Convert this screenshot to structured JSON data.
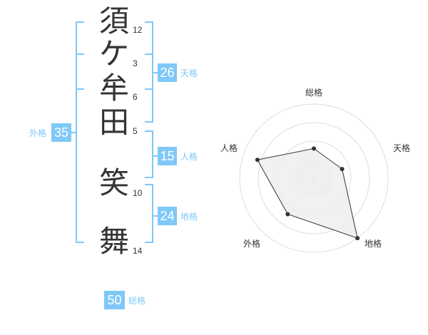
{
  "name": {
    "characters": [
      {
        "char": "須",
        "strokes": "12"
      },
      {
        "char": "ケ",
        "strokes": "3"
      },
      {
        "char": "牟",
        "strokes": "6"
      },
      {
        "char": "田",
        "strokes": "5"
      },
      {
        "char": "笑",
        "strokes": "10"
      },
      {
        "char": "舞",
        "strokes": "14"
      }
    ]
  },
  "fortune": {
    "tenkaku": {
      "value": "26",
      "label": "天格"
    },
    "jinkaku": {
      "value": "15",
      "label": "人格"
    },
    "chikaku": {
      "value": "24",
      "label": "地格"
    },
    "gaikaku": {
      "value": "35",
      "label": "外格"
    },
    "soukaku": {
      "value": "50",
      "label": "総格"
    }
  },
  "colors": {
    "accent": "#7fc8f8",
    "text": "#333333",
    "radar_fill": "#eeeeee"
  },
  "chart_data": {
    "type": "radar",
    "axes": [
      "総格",
      "天格",
      "地格",
      "外格",
      "人格"
    ],
    "max": 5,
    "values": [
      2,
      2,
      5,
      3,
      4
    ],
    "rings": 4
  }
}
